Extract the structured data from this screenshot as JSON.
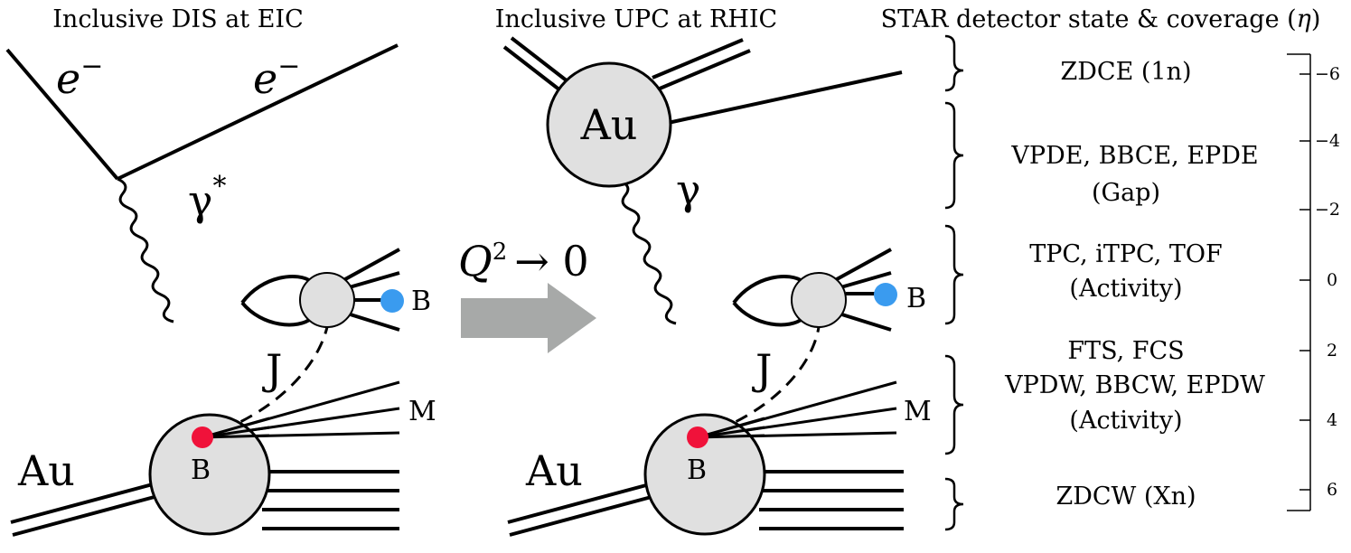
{
  "titles": {
    "left": "Inclusive DIS at EIC",
    "middle": "Inclusive UPC at RHIC",
    "right_prefix": "STAR detector state & coverage (",
    "right_symbol": "η",
    "right_suffix": ")"
  },
  "left_diagram": {
    "electron_in": "e",
    "electron_out": "e",
    "charge": "−",
    "photon": "γ",
    "photon_star": "*",
    "exchange": "J",
    "nucleus": "Au",
    "baryon_top": "B",
    "baryon_bottom": "B",
    "meson": "M"
  },
  "arrow": {
    "q": "Q",
    "exp": "2",
    "rest": "→ 0"
  },
  "middle_diagram": {
    "nucleus_top": "Au",
    "photon": "γ",
    "exchange": "J",
    "nucleus_bottom": "Au",
    "baryon_top": "B",
    "baryon_bottom": "B",
    "meson": "M"
  },
  "detectors": [
    {
      "lines": [
        "ZDCE (1n)"
      ]
    },
    {
      "lines": [
        "VPDE, BBCE, EPDE",
        "(Gap)"
      ]
    },
    {
      "lines": [
        "TPC, iTPC, TOF",
        "(Activity)"
      ]
    },
    {
      "lines": [
        "FTS, FCS",
        "VPDW, BBCW, EPDW",
        "(Activity)"
      ]
    },
    {
      "lines": [
        "ZDCW (Xn)"
      ]
    }
  ],
  "eta_axis": {
    "ticks": [
      "−6",
      "−4",
      "−2",
      "0",
      "2",
      "4",
      "6"
    ]
  },
  "colors": {
    "baryon_blue": "#3a9bef",
    "baryon_red": "#f0123a",
    "blob_fill": "#e0e0e0",
    "arrow_gray": "#a7a9a8"
  }
}
